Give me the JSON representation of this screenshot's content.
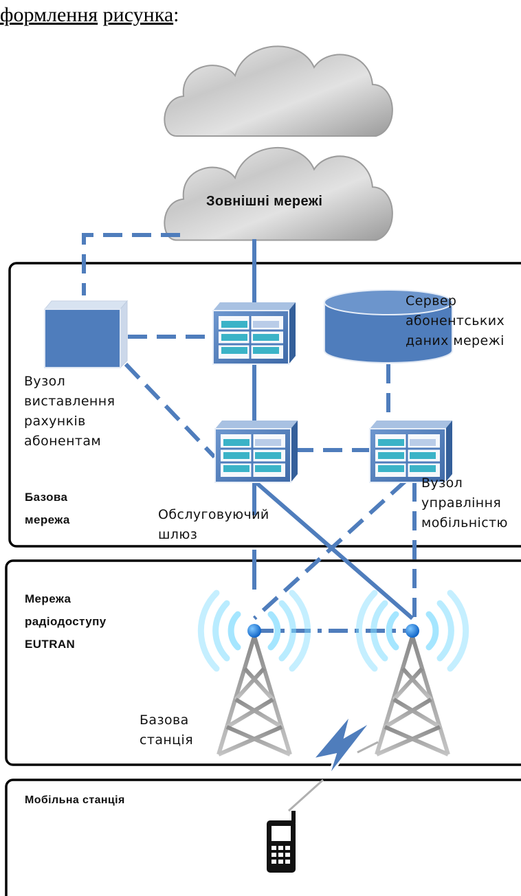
{
  "heading": {
    "part1": "формлення",
    "part2": " ",
    "part3": "рисунка",
    "part4": ":"
  },
  "labels": {
    "external_networks": "Зовнішні мережі",
    "hss": "Сервер\nабонентських\nданих мережі",
    "billing_node": "Вузол\nвиставлення\nрахунків\nабонентам",
    "core_network": "Базова\nмережа",
    "serving_gateway": "Обслуговуючий\nшлюз",
    "mobility_node": "Вузол\nуправління\nмобільністю",
    "radio_network": "Мережа\nрадіодоступу\nEUTRAN",
    "base_station": "Базова\nстанція",
    "mobile_station": "Мобільна станція"
  },
  "colors": {
    "line": "#4f7dbc",
    "box_border": "#000000",
    "server_face": "#4f7dbc",
    "server_slot": "#3bb3c7",
    "cloud": "#b8b8b8"
  },
  "icons": [
    "cloud-icon",
    "server-cube-icon",
    "database-icon",
    "antenna-tower-icon",
    "lightning-icon",
    "mobile-phone-icon"
  ]
}
